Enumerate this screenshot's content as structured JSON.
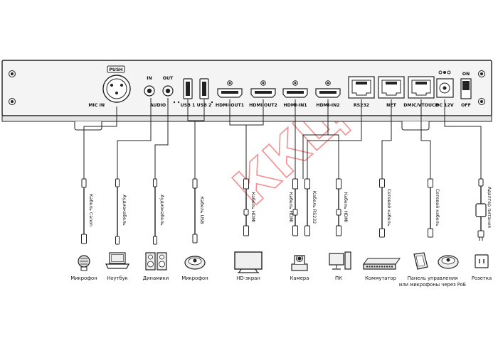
{
  "panel": {
    "push_label": "PUSH",
    "ports": [
      {
        "id": "mic-in",
        "label": "MIC IN"
      },
      {
        "id": "audio-in",
        "label": "IN"
      },
      {
        "id": "audio-out",
        "label": "OUT"
      },
      {
        "id": "audio",
        "label": "AUDIO"
      },
      {
        "id": "usb1",
        "label": "USB 1"
      },
      {
        "id": "usb2",
        "label": "USB 2"
      },
      {
        "id": "hdmi-out1",
        "label": "HDMI-OUT1"
      },
      {
        "id": "hdmi-out2",
        "label": "HDMI OUT2"
      },
      {
        "id": "hdmi-in1",
        "label": "HDMI-IN1"
      },
      {
        "id": "hdmi-in2",
        "label": "HDMI-IN2"
      },
      {
        "id": "rs232",
        "label": "RS232"
      },
      {
        "id": "net",
        "label": "NET"
      },
      {
        "id": "dmic",
        "label": "DMIC/VTOUCH"
      },
      {
        "id": "dc",
        "label": "DC 12V"
      },
      {
        "id": "on",
        "label": "ON"
      },
      {
        "id": "off",
        "label": "OFF"
      }
    ]
  },
  "cables": [
    {
      "id": "canon",
      "label": "Кабель Canon"
    },
    {
      "id": "audio1",
      "label": "Аудиокабель"
    },
    {
      "id": "audio2",
      "label": "Аудиокабель"
    },
    {
      "id": "usb",
      "label": "Кабель USB"
    },
    {
      "id": "hdmi1",
      "label": "Кабель HDMI"
    },
    {
      "id": "hdmi2",
      "label": "Кабель HDMI"
    },
    {
      "id": "rs232",
      "label": "Кабель RS232"
    },
    {
      "id": "hdmi3",
      "label": "Кабель HDMI"
    },
    {
      "id": "net1",
      "label": "Сетевой кабель"
    },
    {
      "id": "net2",
      "label": "Сетевой кабель"
    },
    {
      "id": "power",
      "label": "Адаптер питания"
    }
  ],
  "devices": [
    {
      "id": "microphone",
      "label": "Микрофон",
      "icon": "microphone-icon"
    },
    {
      "id": "laptop",
      "label": "Ноутбук",
      "icon": "laptop-icon"
    },
    {
      "id": "speakers",
      "label": "Динамики",
      "icon": "speakers-icon"
    },
    {
      "id": "ceiling-mic",
      "label": "Микрофон",
      "icon": "ceiling-mic-icon"
    },
    {
      "id": "hd-screen",
      "label": "HD-экран",
      "icon": "display-icon"
    },
    {
      "id": "camera",
      "label": "Камера",
      "icon": "ptz-camera-icon"
    },
    {
      "id": "pc",
      "label": "ПК",
      "icon": "pc-icon"
    },
    {
      "id": "switch",
      "label": "Коммутатор",
      "icon": "network-switch-icon"
    },
    {
      "id": "poe",
      "label_line1": "Панель управления",
      "label_line2": "или микрофоны через PoE",
      "icon": "touch-panel-icon"
    },
    {
      "id": "socket",
      "label": "Розетка",
      "icon": "power-socket-icon"
    }
  ],
  "watermark": {
    "text": "ККЦ"
  },
  "colors": {
    "line": "#222222",
    "panel_fill": "#f4f4f4",
    "watermark": "#e33333"
  }
}
